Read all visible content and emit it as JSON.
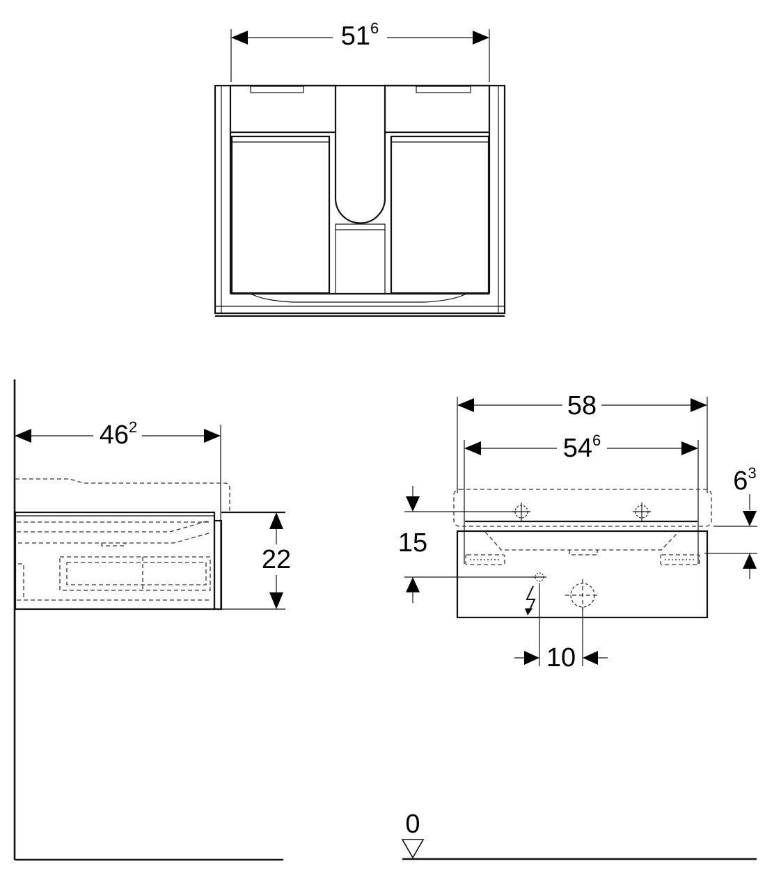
{
  "front_view": {
    "width_dimension": {
      "main": "51",
      "sup": "6"
    }
  },
  "side_view": {
    "depth_dimension": {
      "main": "46",
      "sup": "2"
    },
    "height_dimension": "22"
  },
  "rear_view": {
    "overall_width": "58",
    "bracket_spacing": {
      "main": "54",
      "sup": "6"
    },
    "top_offset": {
      "main": "6",
      "sup": "3"
    },
    "vertical_offset": "15",
    "outlet_offset": "10",
    "floor_level": "0"
  },
  "colors": {
    "line": "#111111",
    "background": "#ffffff"
  },
  "icons": [
    "electrical-connection-icon",
    "floor-level-triangle-icon",
    "mounting-point-icon"
  ]
}
